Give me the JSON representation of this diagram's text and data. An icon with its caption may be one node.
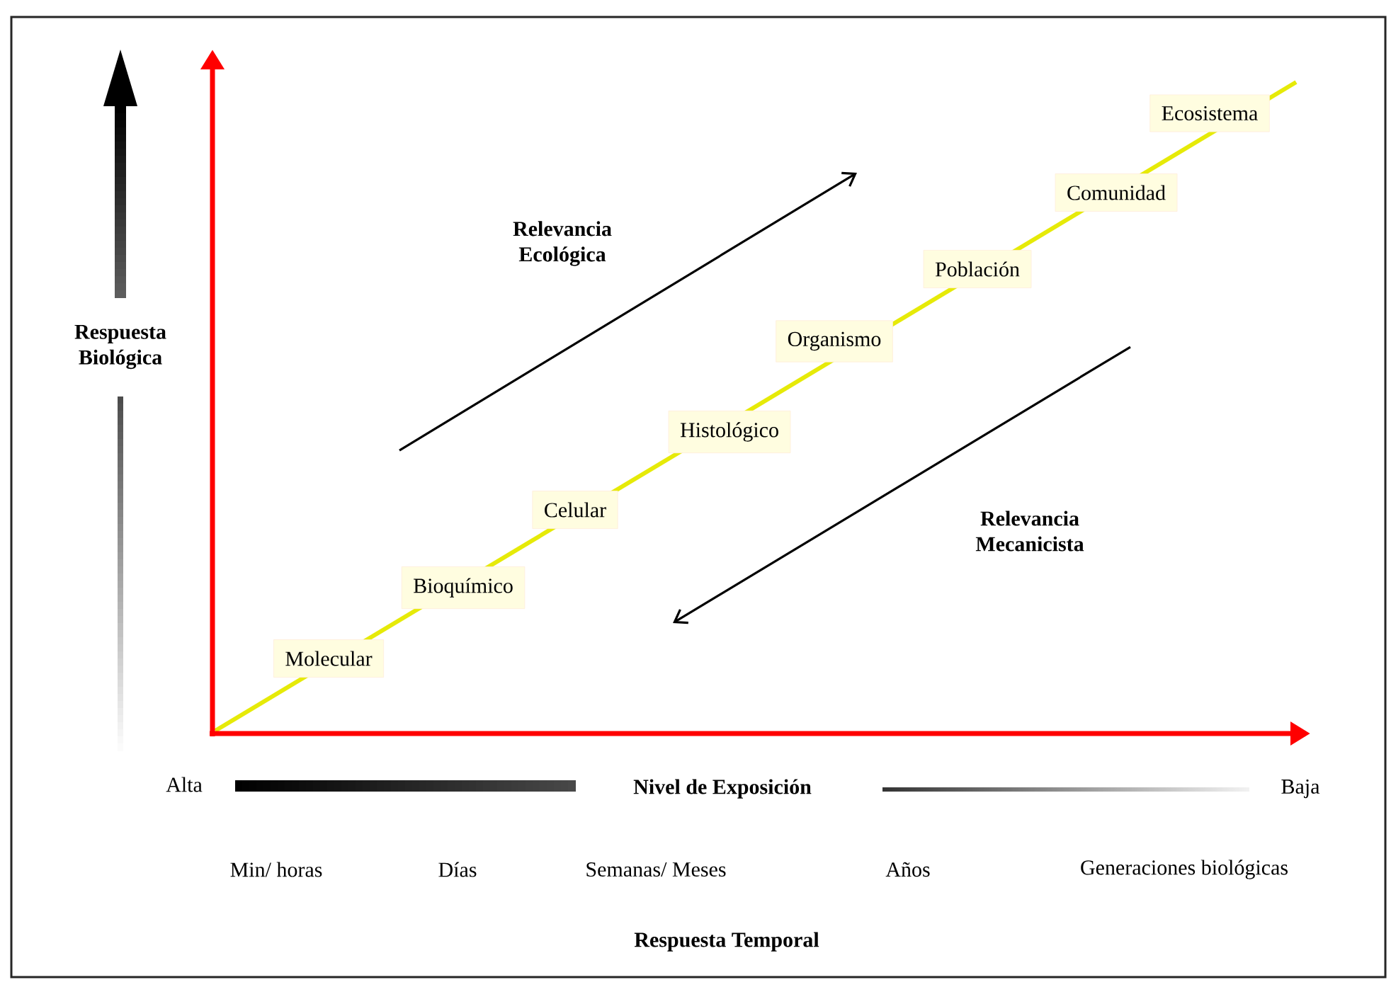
{
  "diagram": {
    "nodes": [
      {
        "text": [
          "Molecular"
        ]
      },
      {
        "text": [
          "Bioquímico"
        ]
      },
      {
        "text": [
          "Celular"
        ]
      },
      {
        "text": [
          "Histológico"
        ]
      },
      {
        "text": [
          "Organismo"
        ]
      },
      {
        "text": [
          "Población"
        ]
      },
      {
        "text": [
          "Comunidad"
        ]
      },
      {
        "text": [
          "Ecosistema"
        ]
      }
    ],
    "labels": [
      "Respuesta Biológica",
      "Relevancia Ecológica",
      "Relevancia Mecanicista",
      "Alta",
      "Nivel de Exposición",
      "Baja",
      "Min/ horas",
      "Días",
      "Semanas/ Meses",
      "Años",
      "Generaciones biológicas",
      "Respuesta Temporal"
    ]
  }
}
